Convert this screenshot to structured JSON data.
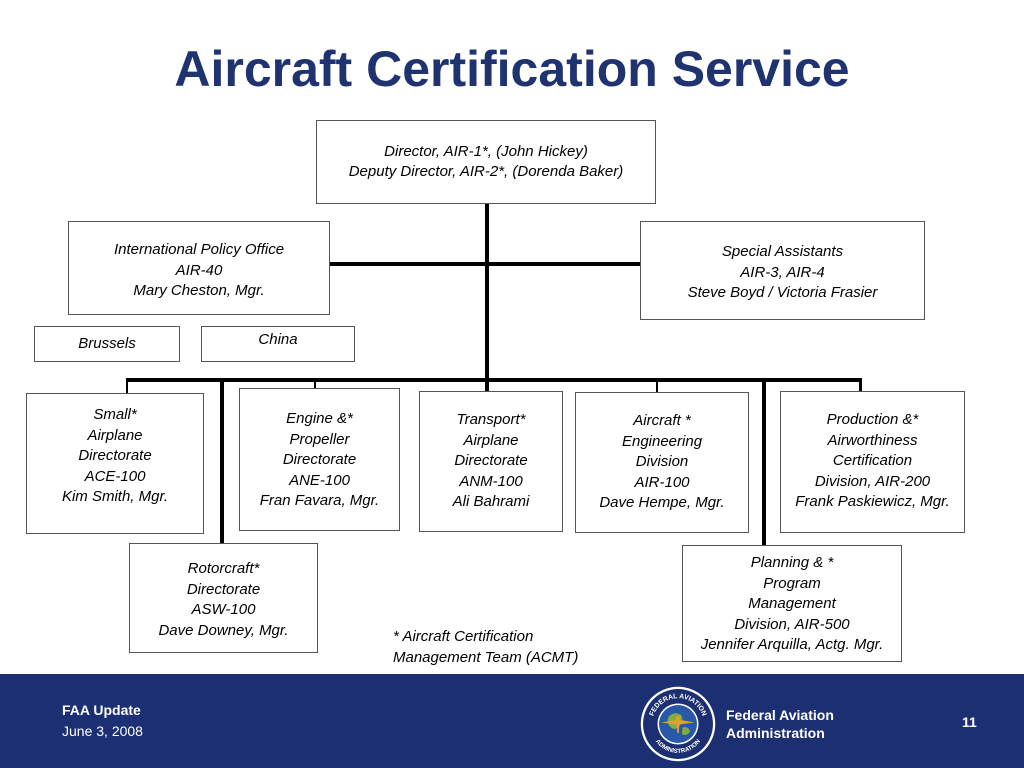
{
  "slide": {
    "title": "Aircraft Certification Service"
  },
  "org_chart": {
    "director": {
      "line1": "Director, AIR-1*, (John Hickey)",
      "line2": "Deputy Director, AIR-2*, (Dorenda Baker)"
    },
    "international_policy": {
      "line1": "International Policy Office",
      "line2": "AIR-40",
      "line3": "Mary Cheston, Mgr."
    },
    "special_assistants": {
      "line1": "Special Assistants",
      "line2": "AIR-3, AIR-4",
      "line3": "Steve Boyd / Victoria Frasier"
    },
    "brussels": "Brussels",
    "china": "China",
    "small_airplane": {
      "line1": "Small*",
      "line2": "Airplane",
      "line3": "Directorate",
      "line4": "ACE-100",
      "line5": "Kim Smith, Mgr."
    },
    "engine_propeller": {
      "line1": "Engine &*",
      "line2": "Propeller",
      "line3": "Directorate",
      "line4": "ANE-100",
      "line5": "Fran Favara, Mgr."
    },
    "transport_airplane": {
      "line1": "Transport*",
      "line2": "Airplane",
      "line3": "Directorate",
      "line4": "ANM-100",
      "line5": "Ali Bahrami"
    },
    "aircraft_engineering": {
      "line1": "Aircraft *",
      "line2": "Engineering",
      "line3": "Division",
      "line4": "AIR-100",
      "line5": "Dave Hempe, Mgr."
    },
    "production_airworthiness": {
      "line1": "Production &*",
      "line2": "Airworthiness",
      "line3": "Certification",
      "line4": "Division, AIR-200",
      "line5": "Frank Paskiewicz, Mgr."
    },
    "rotorcraft": {
      "line1": "Rotorcraft*",
      "line2": "Directorate",
      "line3": "ASW-100",
      "line4": "Dave Downey, Mgr."
    },
    "planning_program": {
      "line1": "Planning & *",
      "line2": "Program",
      "line3": "Management",
      "line4": "Division, AIR-500",
      "line5": "Jennifer Arquilla, Actg. Mgr."
    },
    "footnote": {
      "line1": "* Aircraft Certification",
      "line2": "Management Team (ACMT)"
    }
  },
  "footer": {
    "event": "FAA Update",
    "date": "June 3, 2008",
    "agency_line1": "Federal Aviation",
    "agency_line2": "Administration",
    "page_number": "11",
    "seal_text_top": "FEDERAL AVIATION",
    "seal_text_bottom": "ADMINISTRATION"
  },
  "colors": {
    "title": "#1f3370",
    "footer_bg": "#1c2f73",
    "footer_text": "#ffffff"
  }
}
